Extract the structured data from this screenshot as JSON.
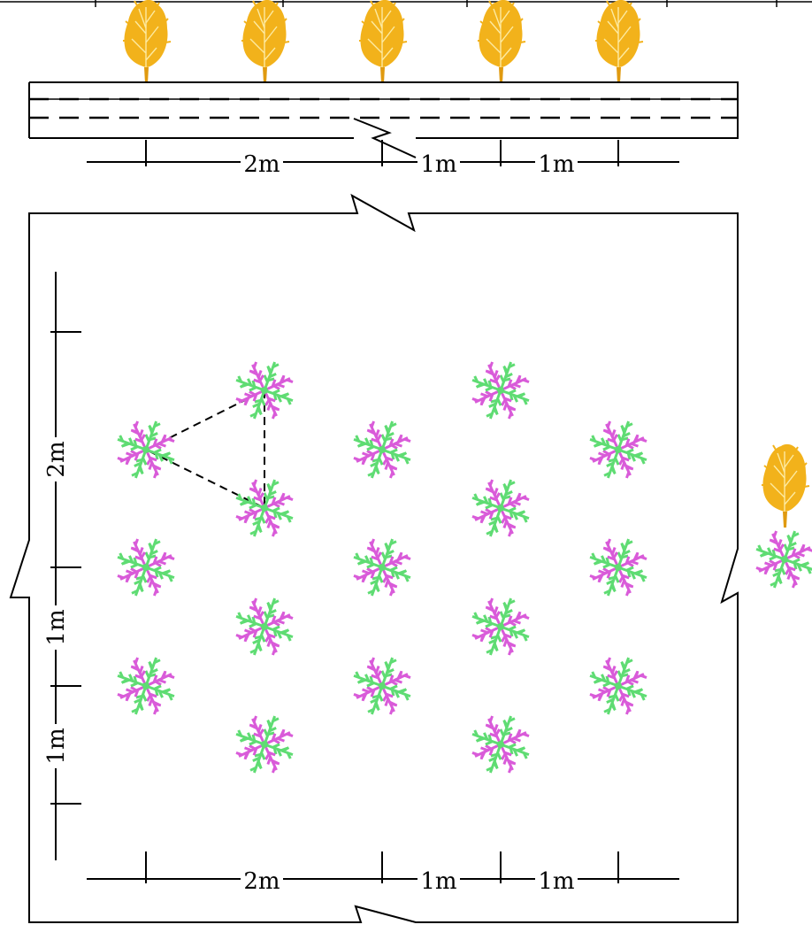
{
  "top_strip": {
    "dimensions": [
      "2m",
      "1m",
      "1m"
    ]
  },
  "bottom_dimensions": [
    "2m",
    "1m",
    "1m"
  ],
  "left_dimensions": [
    "2m",
    "1m",
    "1m"
  ],
  "colors": {
    "tree": "#f2b21b",
    "tree_trunk": "#e09a10",
    "shrub_green": "#5fdc73",
    "shrub_magenta": "#d95bd9",
    "line": "#000000"
  },
  "icons": {
    "tree": "tree-icon",
    "shrub": "shrub-icon"
  }
}
